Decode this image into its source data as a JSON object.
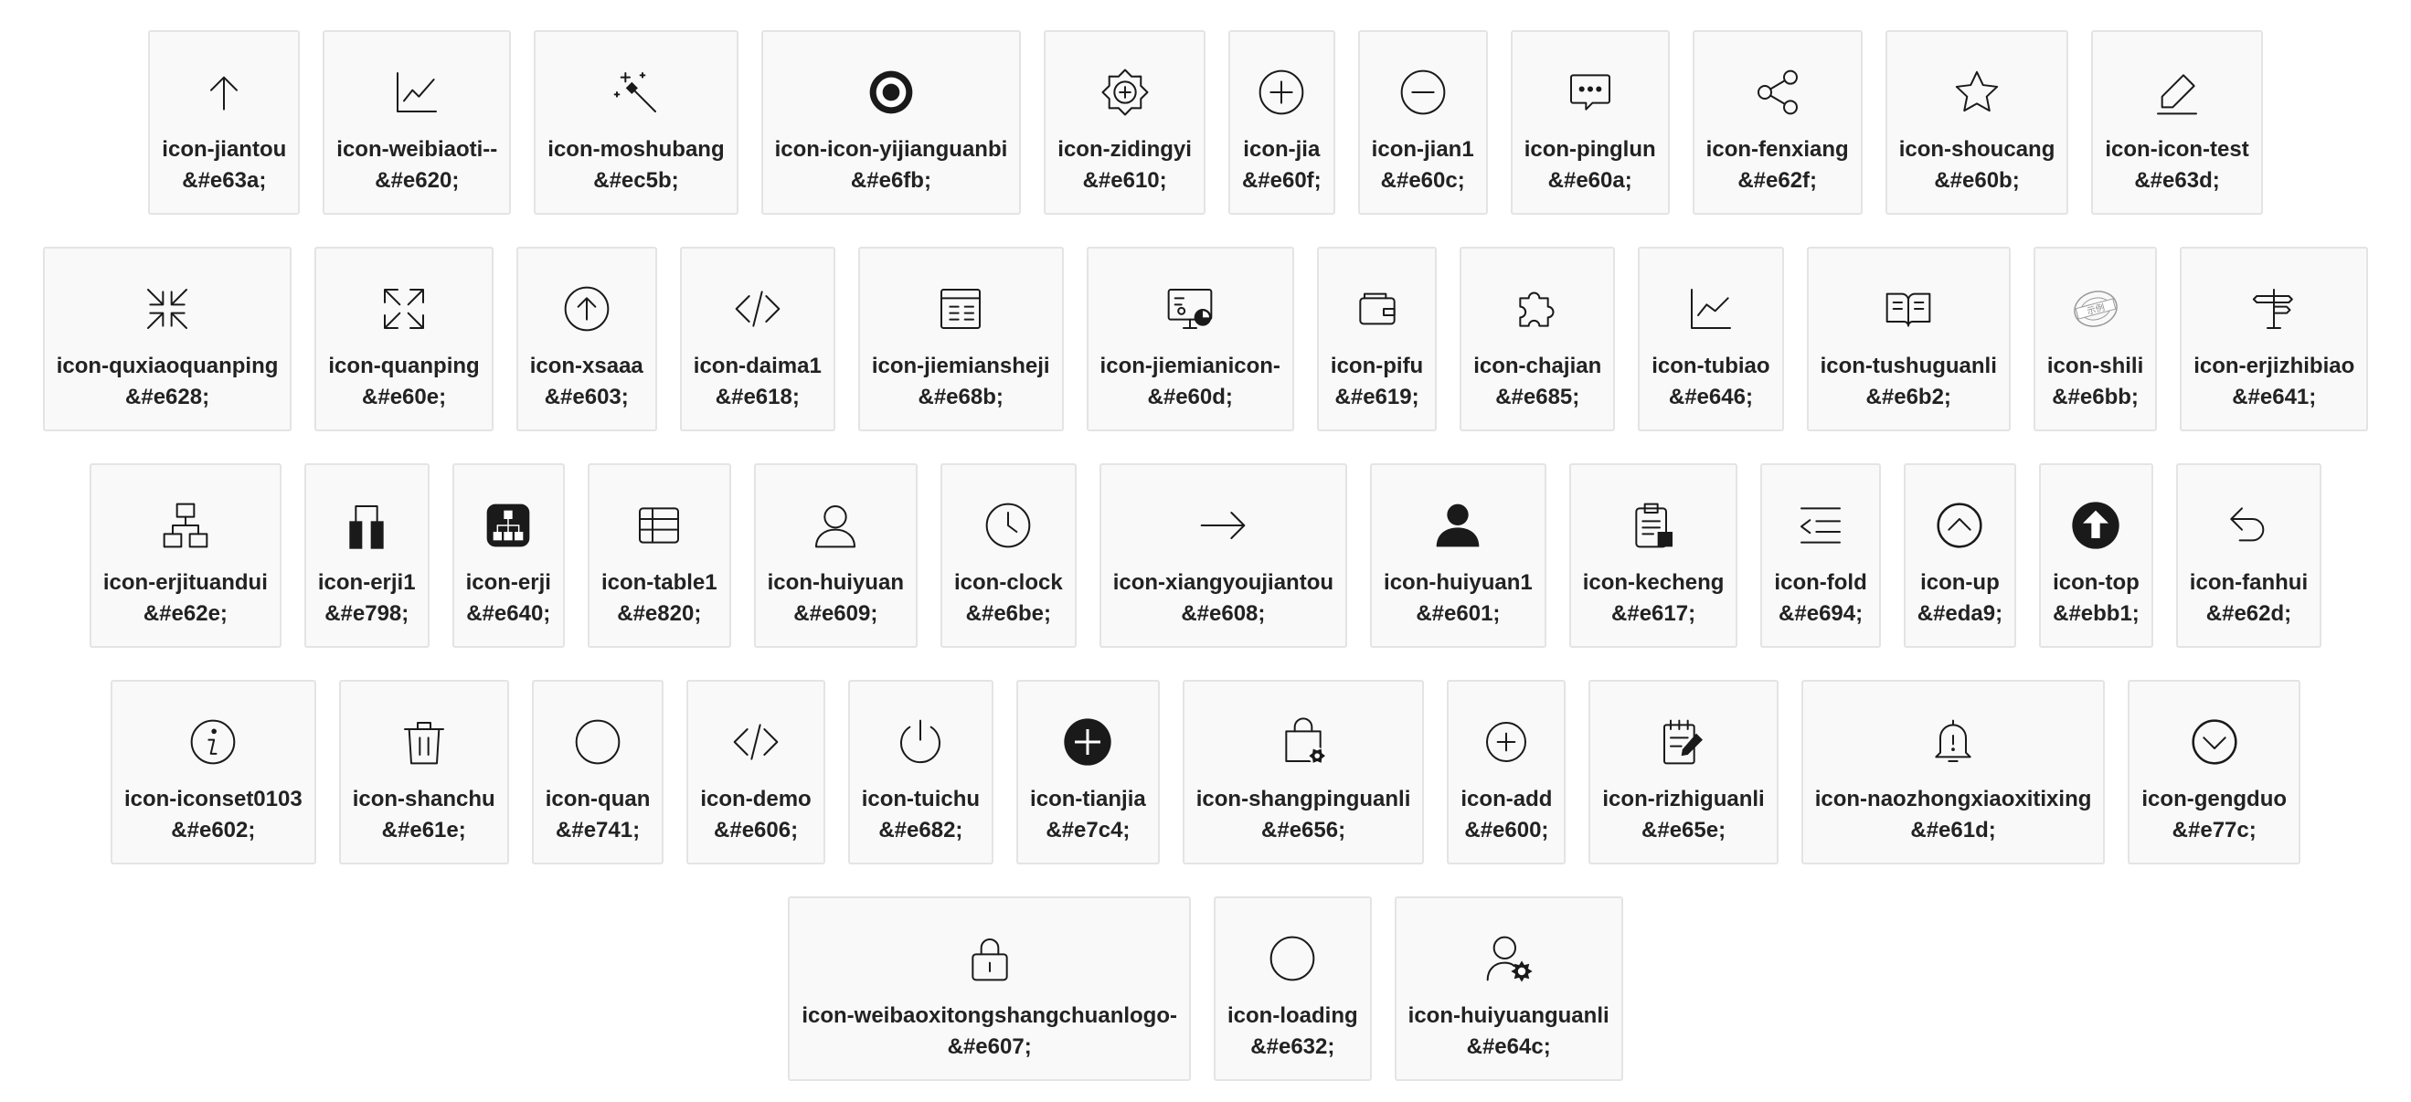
{
  "icons": [
    {
      "name": "icon-jiantou",
      "code": "&#e63a;",
      "icon": "arrow-up-icon"
    },
    {
      "name": "icon-weibiaoti--",
      "code": "&#e620;",
      "icon": "line-chart-icon"
    },
    {
      "name": "icon-moshubang",
      "code": "&#ec5b;",
      "icon": "magic-wand-icon"
    },
    {
      "name": "icon-icon-yijianguanbi",
      "code": "&#e6fb;",
      "icon": "target-icon"
    },
    {
      "name": "icon-zidingyi",
      "code": "&#e610;",
      "icon": "gear-plus-icon"
    },
    {
      "name": "icon-jia",
      "code": "&#e60f;",
      "icon": "circle-plus-icon"
    },
    {
      "name": "icon-jian1",
      "code": "&#e60c;",
      "icon": "circle-minus-icon"
    },
    {
      "name": "icon-pinglun",
      "code": "&#e60a;",
      "icon": "comment-icon"
    },
    {
      "name": "icon-fenxiang",
      "code": "&#e62f;",
      "icon": "share-icon"
    },
    {
      "name": "icon-shoucang",
      "code": "&#e60b;",
      "icon": "star-icon"
    },
    {
      "name": "icon-icon-test",
      "code": "&#e63d;",
      "icon": "edit-pencil-icon"
    },
    {
      "name": "icon-quxiaoquanping",
      "code": "&#e628;",
      "icon": "exit-fullscreen-icon"
    },
    {
      "name": "icon-quanping",
      "code": "&#e60e;",
      "icon": "fullscreen-icon"
    },
    {
      "name": "icon-xsaaa",
      "code": "&#e603;",
      "icon": "circle-arrow-up-icon"
    },
    {
      "name": "icon-daima1",
      "code": "&#e618;",
      "icon": "code-icon"
    },
    {
      "name": "icon-jiemiansheji",
      "code": "&#e68b;",
      "icon": "layout-window-icon"
    },
    {
      "name": "icon-jiemianicon-",
      "code": "&#e60d;",
      "icon": "monitor-chart-icon"
    },
    {
      "name": "icon-pifu",
      "code": "&#e619;",
      "icon": "wallet-icon"
    },
    {
      "name": "icon-chajian",
      "code": "&#e685;",
      "icon": "puzzle-icon"
    },
    {
      "name": "icon-tubiao",
      "code": "&#e646;",
      "icon": "chart-axes-icon"
    },
    {
      "name": "icon-tushuguanli",
      "code": "&#e6b2;",
      "icon": "book-icon"
    },
    {
      "name": "icon-shili",
      "code": "&#e6bb;",
      "icon": "example-stamp-icon",
      "stamp_text": "示例"
    },
    {
      "name": "icon-erjizhibiao",
      "code": "&#e641;",
      "icon": "signpost-icon"
    },
    {
      "name": "icon-erjituandui",
      "code": "&#e62e;",
      "icon": "org-chart-icon"
    },
    {
      "name": "icon-erji1",
      "code": "&#e798;",
      "icon": "two-bars-icon"
    },
    {
      "name": "icon-erji",
      "code": "&#e640;",
      "icon": "hierarchy-box-icon"
    },
    {
      "name": "icon-table1",
      "code": "&#e820;",
      "icon": "table-icon"
    },
    {
      "name": "icon-huiyuan",
      "code": "&#e609;",
      "icon": "user-outline-icon"
    },
    {
      "name": "icon-clock",
      "code": "&#e6be;",
      "icon": "clock-icon"
    },
    {
      "name": "icon-xiangyoujiantou",
      "code": "&#e608;",
      "icon": "arrow-right-icon"
    },
    {
      "name": "icon-huiyuan1",
      "code": "&#e601;",
      "icon": "user-filled-icon"
    },
    {
      "name": "icon-kecheng",
      "code": "&#e617;",
      "icon": "clipboard-icon"
    },
    {
      "name": "icon-fold",
      "code": "&#e694;",
      "icon": "fold-menu-icon"
    },
    {
      "name": "icon-up",
      "code": "&#eda9;",
      "icon": "chevron-up-circle-icon"
    },
    {
      "name": "icon-top",
      "code": "&#ebb1;",
      "icon": "arrow-up-filled-circle-icon"
    },
    {
      "name": "icon-fanhui",
      "code": "&#e62d;",
      "icon": "return-arrow-icon"
    },
    {
      "name": "icon-iconset0103",
      "code": "&#e602;",
      "icon": "info-icon"
    },
    {
      "name": "icon-shanchu",
      "code": "&#e61e;",
      "icon": "trash-icon"
    },
    {
      "name": "icon-quan",
      "code": "&#e741;",
      "icon": "circle-icon"
    },
    {
      "name": "icon-demo",
      "code": "&#e606;",
      "icon": "code-slash-icon"
    },
    {
      "name": "icon-tuichu",
      "code": "&#e682;",
      "icon": "power-icon"
    },
    {
      "name": "icon-tianjia",
      "code": "&#e7c4;",
      "icon": "plus-filled-circle-icon"
    },
    {
      "name": "icon-shangpinguanli",
      "code": "&#e656;",
      "icon": "shopping-bag-gear-icon"
    },
    {
      "name": "icon-add",
      "code": "&#e600;",
      "icon": "circle-plus-small-icon"
    },
    {
      "name": "icon-rizhiguanli",
      "code": "&#e65e;",
      "icon": "notepad-pen-icon"
    },
    {
      "name": "icon-naozhongxiaoxitixing",
      "code": "&#e61d;",
      "icon": "bell-icon"
    },
    {
      "name": "icon-gengduo",
      "code": "&#e77c;",
      "icon": "chevron-down-circle-icon"
    },
    {
      "name": "icon-weibaoxitongshangchuanlogo-",
      "code": "&#e607;",
      "icon": "lock-icon"
    },
    {
      "name": "icon-loading",
      "code": "&#e632;",
      "icon": "loading-icon"
    },
    {
      "name": "icon-huiyuanguanli",
      "code": "&#e64c;",
      "icon": "user-gear-icon"
    }
  ]
}
